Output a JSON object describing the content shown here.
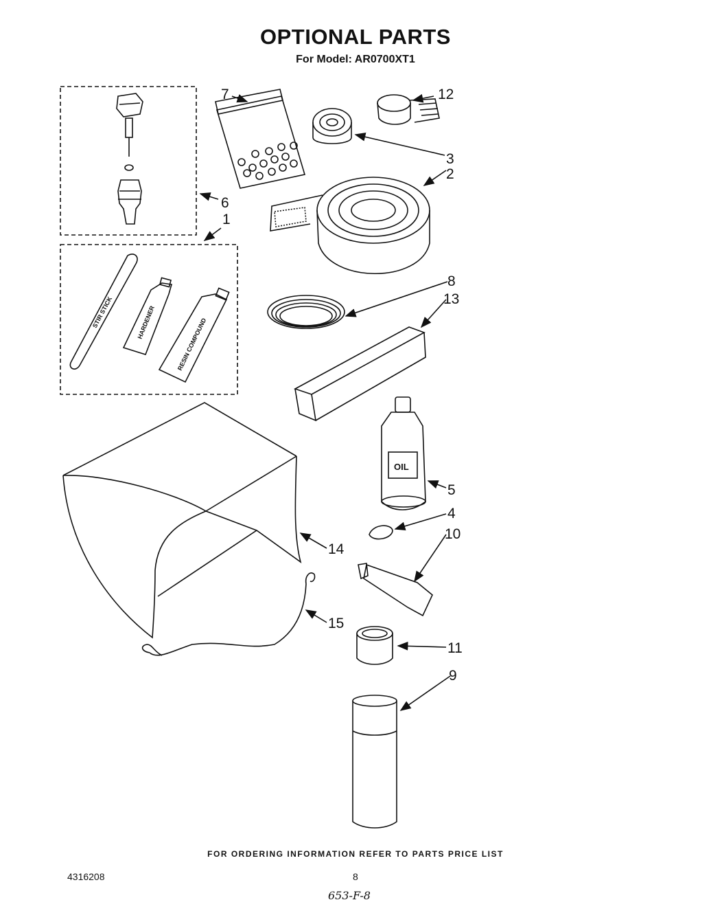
{
  "header": {
    "title": "OPTIONAL PARTS",
    "subtitle": "For Model: AR0700XT1"
  },
  "callouts": [
    "1",
    "2",
    "3",
    "4",
    "5",
    "6",
    "7",
    "8",
    "9",
    "10",
    "11",
    "12",
    "13",
    "14",
    "15"
  ],
  "part_labels": {
    "stir_stick": "STIR STICK",
    "hardener": "HARDENER",
    "resin_compound": "RESIN COMPOUND",
    "oil": "OIL"
  },
  "footer": {
    "ordering_note": "FOR ORDERING INFORMATION REFER TO PARTS PRICE LIST",
    "doc_number": "4316208",
    "page_number": "8",
    "handwritten_note": "653-F-8"
  }
}
